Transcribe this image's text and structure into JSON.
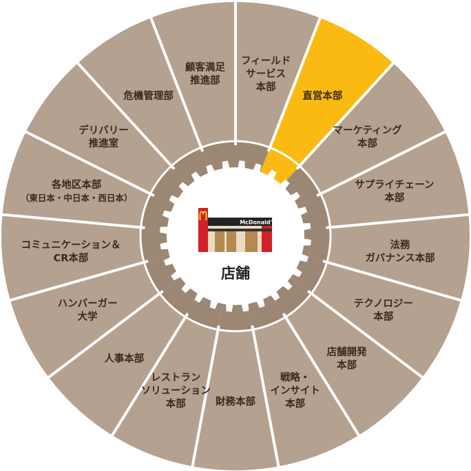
{
  "colors": {
    "segment": "#b5a18f",
    "segment_highlight": "#fbba12",
    "inner_ring": "#9c8674",
    "divider": "#ffffff",
    "center": "#ffffff",
    "label": "#3a2a1e"
  },
  "center": {
    "label": "店舗",
    "icon": "store-icon"
  },
  "segments": [
    {
      "lines": [
        "フィールド",
        "サービス",
        "本部"
      ],
      "highlight": false
    },
    {
      "lines": [
        "直営本部"
      ],
      "highlight": true
    },
    {
      "lines": [
        "マーケティング",
        "本部"
      ],
      "highlight": false
    },
    {
      "lines": [
        "サプライチェーン",
        "本部"
      ],
      "highlight": false
    },
    {
      "lines": [
        "法務",
        "ガバナンス本部"
      ],
      "highlight": false
    },
    {
      "lines": [
        "テクノロジー",
        "本部"
      ],
      "highlight": false
    },
    {
      "lines": [
        "店舗開発",
        "本部"
      ],
      "highlight": false
    },
    {
      "lines": [
        "戦略・",
        "インサイト",
        "本部"
      ],
      "highlight": false
    },
    {
      "lines": [
        "財務本部"
      ],
      "highlight": false
    },
    {
      "lines": [
        "レストラン",
        "ソリューション",
        "本部"
      ],
      "highlight": false
    },
    {
      "lines": [
        "人事本部"
      ],
      "highlight": false
    },
    {
      "lines": [
        "ハンバーガー",
        "大学"
      ],
      "highlight": false
    },
    {
      "lines": [
        "コミュニケーション＆",
        "CR本部"
      ],
      "highlight": false
    },
    {
      "lines": [
        "各地区本部",
        "（東日本・中日本・西日本）"
      ],
      "highlight": false
    },
    {
      "lines": [
        "デリバリー",
        "推進室"
      ],
      "highlight": false
    },
    {
      "lines": [
        "危機管理部"
      ],
      "highlight": false
    },
    {
      "lines": [
        "顧客満足",
        "推進部"
      ],
      "highlight": false
    }
  ]
}
